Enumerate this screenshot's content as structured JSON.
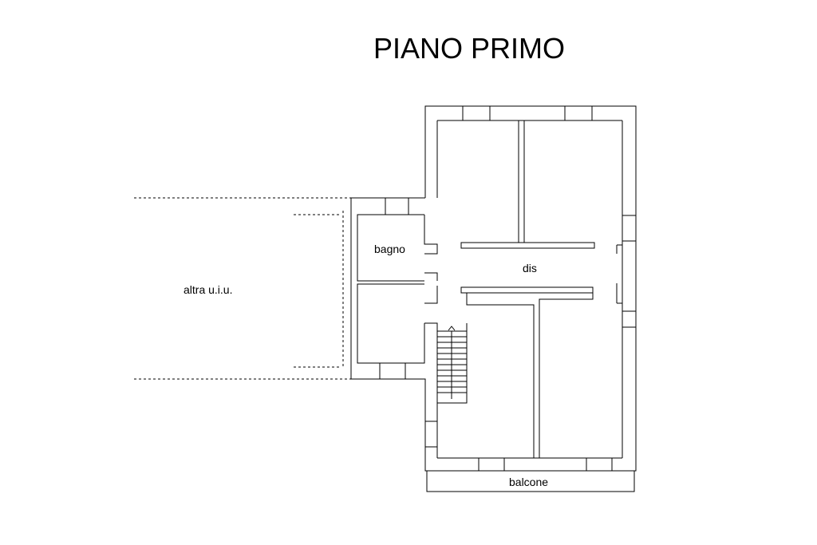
{
  "title": "PIANO PRIMO",
  "rooms": {
    "bagno": "bagno",
    "dis": "dis",
    "altra": "altra u.i.u.",
    "balcone": "balcone"
  }
}
